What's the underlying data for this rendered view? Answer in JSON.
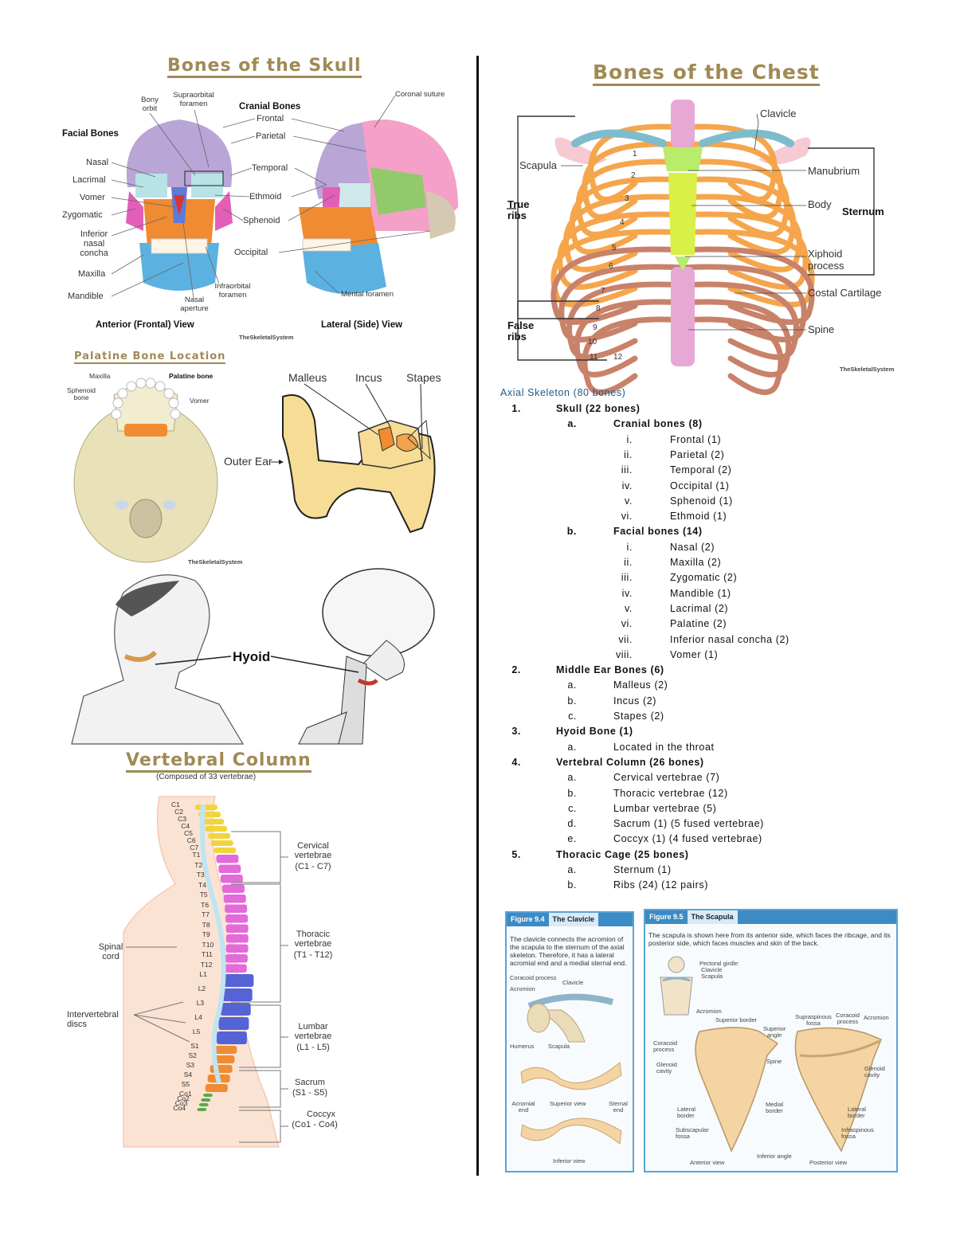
{
  "skull": {
    "title": "Bones of the Skull",
    "facial_heading": "Facial Bones",
    "cranial_heading": "Cranial Bones",
    "facial_labels": [
      "Nasal",
      "Lacrimal",
      "Vomer",
      "Zygomatic",
      "Inferior nasal concha",
      "Maxilla",
      "Mandible"
    ],
    "cranial_labels": [
      "Frontal",
      "Parietal",
      "Temporal",
      "Ethmoid",
      "Sphenoid",
      "Occipital"
    ],
    "bony_orbit": "Bony orbit",
    "supraorbital": "Supraorbital foramen",
    "coronal": "Coronal suture",
    "infraorbital": "Infraorbital foramen",
    "nasal_aperture": "Nasal aperture",
    "mental": "Mental foramen",
    "anterior_view": "Anterior (Frontal) View",
    "lateral_view": "Lateral (Side) View",
    "credit": "TheSkeletalSystem"
  },
  "palatine": {
    "title": "Palatine Bone Location",
    "maxilla": "Maxilla",
    "palatine_bone": "Palatine bone",
    "sphenoid": "Sphenoid bone",
    "vomer": "Vomer",
    "credit": "TheSkeletalSystem"
  },
  "ear": {
    "malleus": "Malleus",
    "incus": "Incus",
    "stapes": "Stapes",
    "outer_ear": "Outer Ear"
  },
  "hyoid": {
    "label": "Hyoid"
  },
  "vertebral": {
    "title": "Vertebral Column",
    "subtitle": "(Composed of 33 vertebrae)",
    "spinal_cord": "Spinal cord",
    "discs": "Intervertebral discs",
    "groups": [
      {
        "name": "Cervical vertebrae",
        "range": "(C1 - C7)"
      },
      {
        "name": "Thoracic vertebrae",
        "range": "(T1 - T12)"
      },
      {
        "name": "Lumbar vertebrae",
        "range": "(L1 - L5)"
      },
      {
        "name": "Sacrum",
        "range": "(S1 - S5)"
      },
      {
        "name": "Coccyx",
        "range": "(Co1 - Co4)"
      }
    ],
    "levels": [
      "C1",
      "C2",
      "C3",
      "C4",
      "C5",
      "C6",
      "C7",
      "T1",
      "T2",
      "T3",
      "T4",
      "T5",
      "T6",
      "T7",
      "T8",
      "T9",
      "T10",
      "T11",
      "T12",
      "L1",
      "L2",
      "L3",
      "L4",
      "L5",
      "S1",
      "S2",
      "S3",
      "S4",
      "S5",
      "Co1",
      "Co2",
      "Co3",
      "Co4"
    ]
  },
  "chest": {
    "title": "Bones of the Chest",
    "clavicle": "Clavicle",
    "scapula": "Scapula",
    "manubrium": "Manubrium",
    "body": "Body",
    "sternum": "Sternum",
    "xiphoid": "Xiphoid process",
    "costal": "Costal Cartilage",
    "spine": "Spine",
    "true_ribs": "True ribs",
    "false_ribs": "False ribs",
    "rib_numbers": [
      "1",
      "2",
      "3",
      "4",
      "5",
      "6",
      "7",
      "8",
      "9",
      "10",
      "11",
      "12"
    ],
    "credit": "TheSkeletalSystem"
  },
  "outline": {
    "title": "Axial Skeleton (80 bones)",
    "rows": [
      {
        "level": 1,
        "marker": "1.",
        "text": "Skull (22 bones)"
      },
      {
        "level": 2,
        "marker": "a.",
        "text": "Cranial bones (8)"
      },
      {
        "level": 3,
        "marker": "i.",
        "text": "Frontal (1)"
      },
      {
        "level": 3,
        "marker": "ii.",
        "text": "Parietal (2)"
      },
      {
        "level": 3,
        "marker": "iii.",
        "text": "Temporal (2)"
      },
      {
        "level": 3,
        "marker": "iv.",
        "text": "Occipital (1)"
      },
      {
        "level": 3,
        "marker": "v.",
        "text": "Sphenoid (1)"
      },
      {
        "level": 3,
        "marker": "vi.",
        "text": "Ethmoid (1)"
      },
      {
        "level": 2,
        "marker": "b.",
        "text": "Facial bones (14)"
      },
      {
        "level": 3,
        "marker": "i.",
        "text": "Nasal (2)"
      },
      {
        "level": 3,
        "marker": "ii.",
        "text": "Maxilla (2)"
      },
      {
        "level": 3,
        "marker": "iii.",
        "text": "Zygomatic (2)"
      },
      {
        "level": 3,
        "marker": "iv.",
        "text": "Mandible (1)"
      },
      {
        "level": 3,
        "marker": "v.",
        "text": "Lacrimal (2)"
      },
      {
        "level": 3,
        "marker": "vi.",
        "text": "Palatine (2)"
      },
      {
        "level": 3,
        "marker": "vii.",
        "text": "Inferior nasal concha (2)"
      },
      {
        "level": 3,
        "marker": "viii.",
        "text": "Vomer (1)"
      },
      {
        "level": 1,
        "marker": "2.",
        "text": "Middle Ear Bones (6)"
      },
      {
        "level": 2,
        "marker": "a.",
        "text": "Malleus (2)"
      },
      {
        "level": 2,
        "marker": "b.",
        "text": "Incus (2)"
      },
      {
        "level": 2,
        "marker": "c.",
        "text": "Stapes (2)"
      },
      {
        "level": 1,
        "marker": "3.",
        "text": "Hyoid Bone (1)"
      },
      {
        "level": 2,
        "marker": "a.",
        "text": "Located in the throat"
      },
      {
        "level": 1,
        "marker": "4.",
        "text": "Vertebral Column (26 bones)"
      },
      {
        "level": 2,
        "marker": "a.",
        "text": "Cervical vertebrae (7)"
      },
      {
        "level": 2,
        "marker": "b.",
        "text": "Thoracic vertebrae (12)"
      },
      {
        "level": 2,
        "marker": "c.",
        "text": "Lumbar vertebrae (5)"
      },
      {
        "level": 2,
        "marker": "d.",
        "text": "Sacrum (1) (5 fused vertebrae)"
      },
      {
        "level": 2,
        "marker": "e.",
        "text": "Coccyx (1) (4 fused vertebrae)"
      },
      {
        "level": 1,
        "marker": "5.",
        "text": "Thoracic Cage (25 bones)"
      },
      {
        "level": 2,
        "marker": "a.",
        "text": "Sternum (1)"
      },
      {
        "level": 2,
        "marker": "b.",
        "text": "Ribs (24) (12 pairs)"
      }
    ]
  },
  "fig94": {
    "number": "Figure 9.4",
    "title": "The Clavicle",
    "caption": "The clavicle connects the acromion of the scapula to the sternum of the axial skeleton. Therefore, it has a lateral acromial end and a medial sternal end.",
    "labels": {
      "coracoid": "Coracoid process",
      "clavicle": "Clavicle",
      "acromion": "Acromion",
      "humerus": "Humerus",
      "scapula": "Scapula",
      "acromial_end": "Acromial end",
      "superior_view": "Superior view",
      "sternal_end": "Sternal end",
      "inferior_view": "Inferior view"
    }
  },
  "fig95": {
    "number": "Figure 9.5",
    "title": "The Scapula",
    "caption": "The scapula is shown here from its anterior side, which faces the ribcage, and its posterior side, which faces muscles and skin of the back.",
    "labels": {
      "pectoral": "Pectoral girdle:",
      "p_clavicle": "Clavicle",
      "p_scapula": "Scapula",
      "acromion": "Acromion",
      "superior_border": "Superior border",
      "superior_angle": "Superior angle",
      "supraspinous": "Supraspinous fossa",
      "coracoid2": "Coracoid process",
      "acromion2": "Acromion",
      "coracoid": "Coracoid process",
      "glenoid": "Glenoid cavity",
      "spine": "Spine",
      "glenoid2": "Glenoid cavity",
      "medial_border": "Medial border",
      "lateral_border": "Lateral border",
      "lateral_border2": "Lateral border",
      "subscapular": "Subscapular fossa",
      "infraspinous": "Infraspinous fossa",
      "inferior_angle": "Inferior angle",
      "anterior_view": "Anterior view",
      "posterior_view": "Posterior view"
    }
  }
}
